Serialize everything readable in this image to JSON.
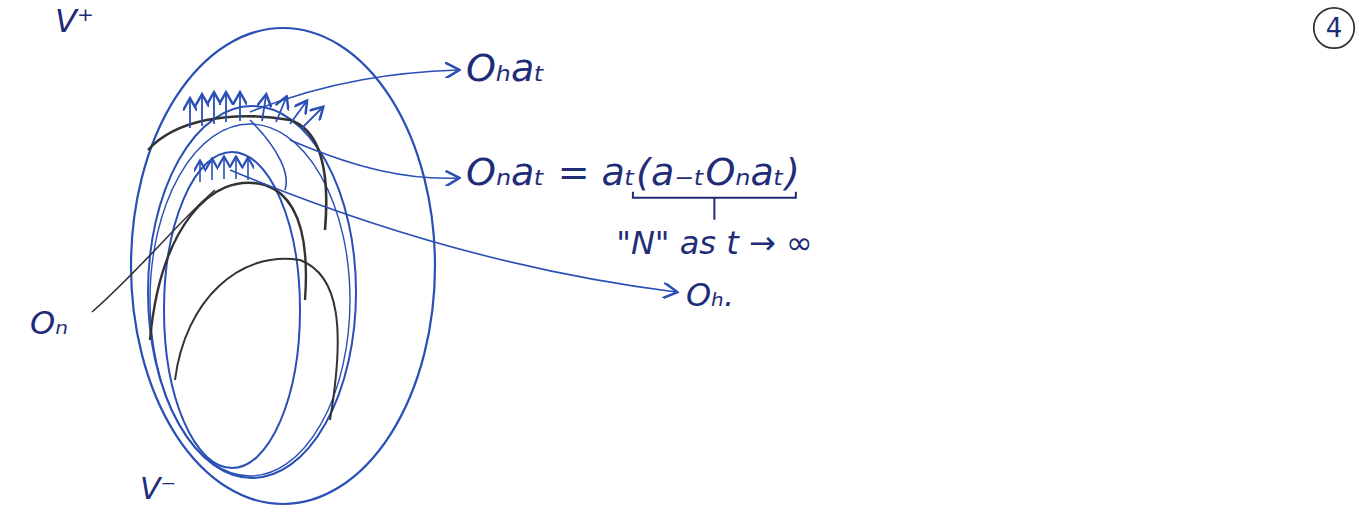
{
  "diagram": {
    "nodes": [
      {
        "text": [
          "4"
        ]
      }
    ],
    "labels": [
      "V⁺",
      "Oₕaₜ",
      "Oₙaₜ = aₜ(a₋ₜOₙaₜ)",
      "\"N\" as t → ∞",
      "Oₙ",
      "V⁻",
      "Oₕ."
    ]
  }
}
